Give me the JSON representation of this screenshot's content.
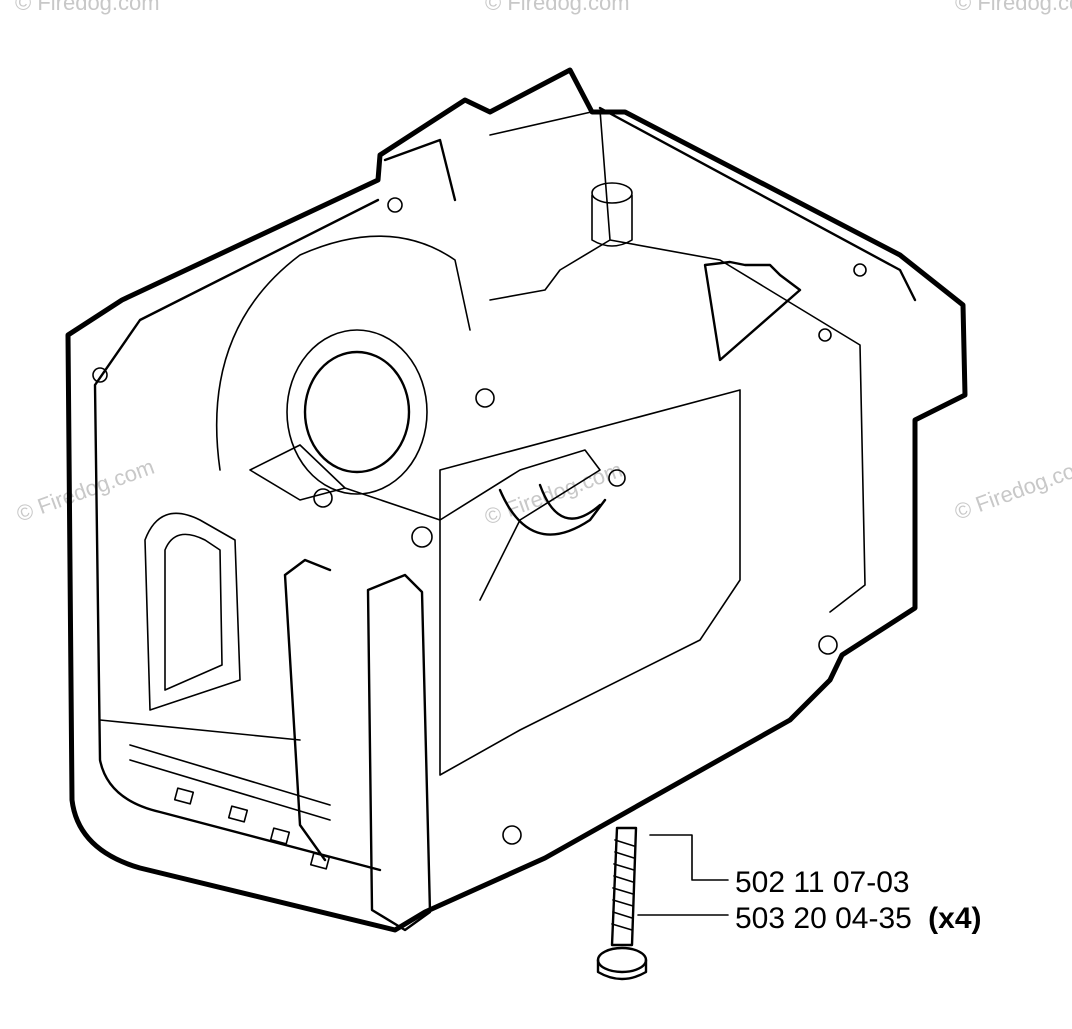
{
  "parts": [
    {
      "part_number": "502 11 07-03",
      "quantity": ""
    },
    {
      "part_number": "503 20 04-35",
      "quantity": "(x4)"
    }
  ],
  "watermark": "© Firedog.com"
}
